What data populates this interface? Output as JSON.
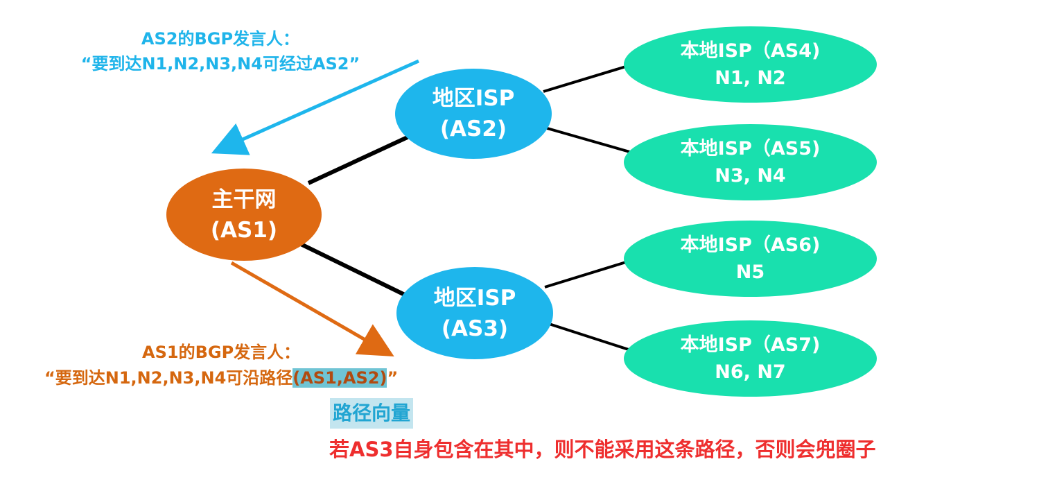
{
  "nodes": {
    "backbone": {
      "line1": "主干网",
      "line2": "(AS1)"
    },
    "as2": {
      "line1": "地区ISP",
      "line2": "(AS2)"
    },
    "as3": {
      "line1": "地区ISP",
      "line2": "(AS3)"
    },
    "as4": {
      "line1": "本地ISP（AS4)",
      "line2": "N1, N2"
    },
    "as5": {
      "line1": "本地ISP（AS5)",
      "line2": "N3, N4"
    },
    "as6": {
      "line1": "本地ISP（AS6)",
      "line2": "N5"
    },
    "as7": {
      "line1": "本地ISP（AS7)",
      "line2": "N6, N7"
    }
  },
  "annotations": {
    "as2_speaker": {
      "line1": "AS2的BGP发言人：",
      "line2": "“要到达N1,N2,N3,N4可经过AS2”"
    },
    "as1_speaker": {
      "line1": "AS1的BGP发言人：",
      "line2_prefix": "“要到达N1,N2,N3,N4可沿路径",
      "line2_highlight": "(AS1,AS2)",
      "line2_suffix": "”"
    },
    "path_vector_label": "路径向量",
    "loop_note": "若AS3自身包含在其中，则不能采用这条路径，否则会兜圈子"
  },
  "colors": {
    "backbone": "#df6a13",
    "regional": "#1eb6ec",
    "local": "#19e0ae",
    "as2_arrow": "#1eb6ec",
    "as1_arrow": "#df6a13",
    "note": "#ee2e2e"
  }
}
